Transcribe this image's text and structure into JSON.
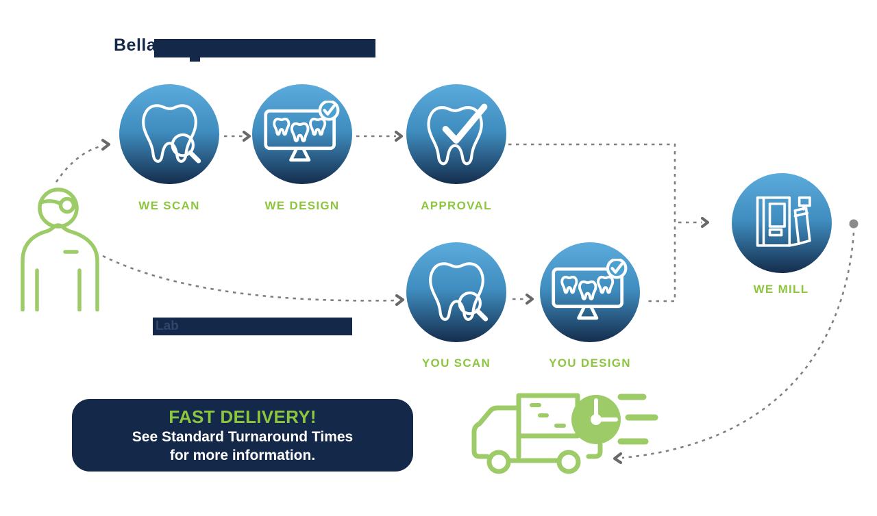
{
  "colors": {
    "navy": "#14294A",
    "accent_green": "#8CC63F",
    "icon_green": "#9CCB68",
    "badge_blue": "#4BA0D2",
    "circle_blue_top": "#5BABDC",
    "circle_blue_mid": "#3F8CBE",
    "circle_blue_bottom": "#142D4D",
    "arrow_gray": "#7F7F7F",
    "dot_gray": "#8A8A8A"
  },
  "header": {
    "brand_prefix": "Bella",
    "redacted_secondary_text": "Lab"
  },
  "flow": {
    "top_path": [
      {
        "label": "WE SCAN",
        "icon": "tooth-magnifier-icon"
      },
      {
        "label": "WE DESIGN",
        "icon": "monitor-teeth-check-icon"
      },
      {
        "label": "APPROVAL",
        "icon": "tooth-checkmark-icon"
      }
    ],
    "bottom_path": [
      {
        "label": "YOU SCAN",
        "icon": "tooth-magnifier-icon"
      },
      {
        "label": "YOU DESIGN",
        "icon": "monitor-teeth-check-icon"
      }
    ],
    "mill_step": {
      "label": "WE MILL",
      "icon": "milling-machine-icon"
    },
    "start_icon": "dentist-person-icon",
    "end_icon": "delivery-truck-clock-icon"
  },
  "banner": {
    "title": "FAST DELIVERY!",
    "line1": "See Standard Turnaround Times",
    "line2": "for more information."
  }
}
